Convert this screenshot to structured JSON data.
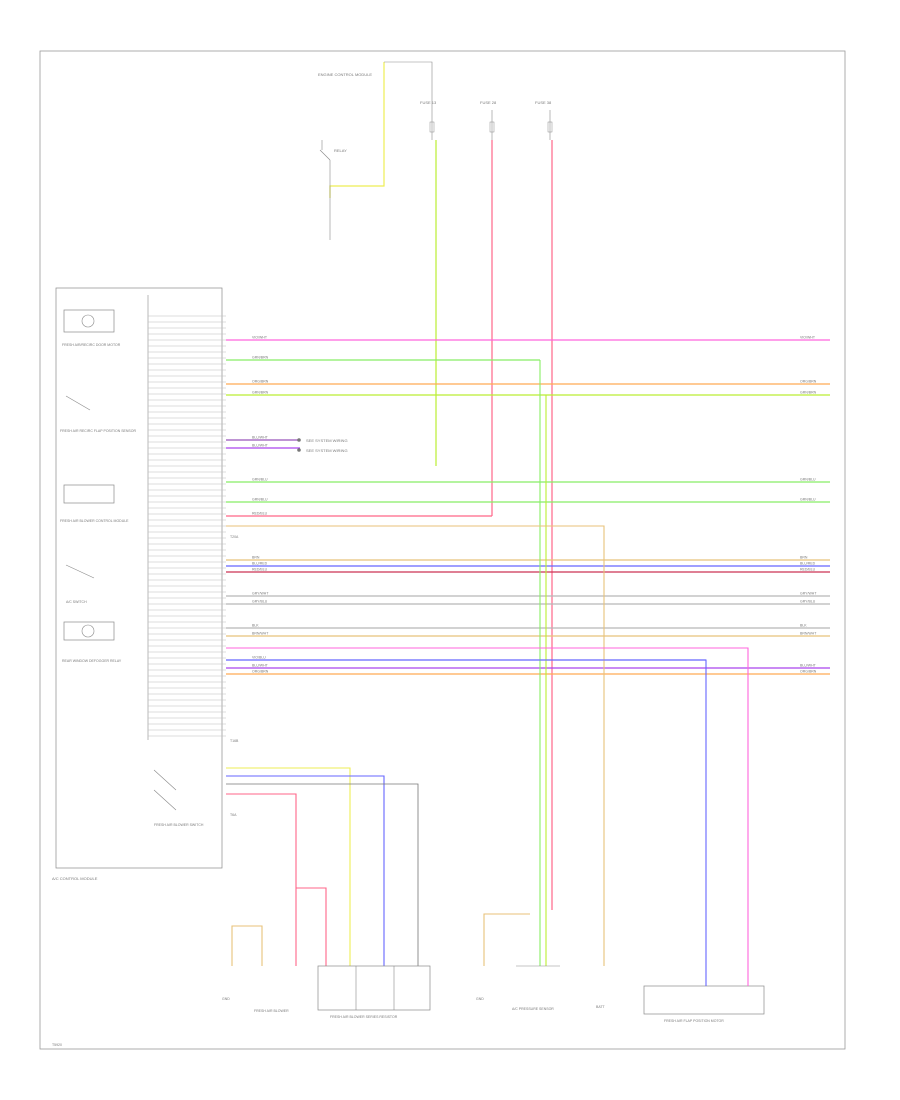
{
  "colors": {
    "pink": "#ff66dd",
    "green": "#88ee66",
    "orange": "#ffaa55",
    "yellow_green": "#bbee33",
    "purple": "#9955bb",
    "violet": "#aa44ee",
    "red": "#ff6688",
    "tan": "#e8c27a",
    "blue": "#6666ff",
    "dark_red": "#cc3355",
    "gray": "#b8b8b8",
    "yellow": "#eeee55",
    "black_gray": "#777777"
  },
  "labels": {
    "top_module": "ENGINE CONTROL MODULE",
    "fuse_1": "FUSE 13",
    "fuse_2": "FUSE 28",
    "fuse_3": "FUSE 38",
    "relay": "RELAY",
    "comp_1": "FRESH AIR/RECIRC DOOR MOTOR",
    "comp_2": "FRESH AIR RECIRC FLAP POSITION SENSOR",
    "comp_3": "FRESH AIR BLOWER CONTROL MODULE",
    "comp_4": "A/C SWITCH",
    "comp_5": "REAR WINDOW DEFOGGER RELAY",
    "comp_6": "FRESH AIR BLOWER SWITCH",
    "module_name": "A/C CONTROL MODULE",
    "bottom_1": "FRESH AIR BLOWER",
    "bottom_2": "FRESH AIR BLOWER SERIES RESISTOR",
    "bottom_3": "A/C PRESSURE SENSOR",
    "bottom_4": "FRESH AIR FLAP POSITION MOTOR",
    "gnd": "GND",
    "batt": "BATT",
    "page_code": "T5920"
  },
  "wires": [
    {
      "label": "VIO/WHT",
      "color_key": "pink"
    },
    {
      "label": "GRN/BRN",
      "color_key": "green"
    },
    {
      "label": "ORG/BRN",
      "color_key": "orange"
    },
    {
      "label": "GRN/BRN",
      "color_key": "yellow_green"
    },
    {
      "label": "BLU/WHT",
      "color_key": "purple"
    },
    {
      "label": "BLU/WHT",
      "color_key": "violet"
    },
    {
      "label": "GRN/BLU",
      "color_key": "green"
    },
    {
      "label": "GRN/BLU",
      "color_key": "green"
    },
    {
      "label": "RED/BLU",
      "color_key": "red"
    },
    {
      "label": "BRN",
      "color_key": "tan"
    },
    {
      "label": "BLU/RED",
      "color_key": "blue"
    },
    {
      "label": "RED/BLU",
      "color_key": "dark_red"
    },
    {
      "label": "GRY/WHT",
      "color_key": "gray"
    },
    {
      "label": "GRY/BLU",
      "color_key": "gray"
    },
    {
      "label": "BLK",
      "color_key": "gray"
    },
    {
      "label": "BRN/WHT",
      "color_key": "tan"
    },
    {
      "label": "VIO/BLU",
      "color_key": "blue"
    },
    {
      "label": "BLU/WHT",
      "color_key": "violet"
    },
    {
      "label": "ORG/BRN",
      "color_key": "orange"
    }
  ],
  "connector_labels": {
    "c1": "T20A",
    "c2": "T16B",
    "c3": "T6A"
  },
  "ref_note_1": "SEE SYSTEM WIRING",
  "ref_note_2": "SEE SYSTEM WIRING"
}
